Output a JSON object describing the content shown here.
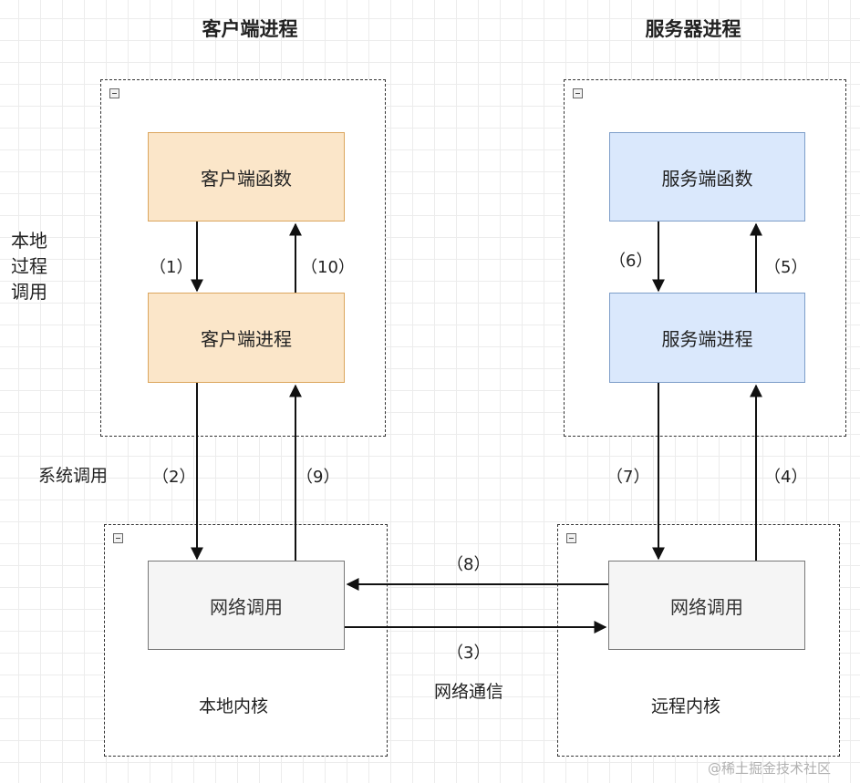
{
  "titles": {
    "client": "客户端进程",
    "server": "服务器进程"
  },
  "side_labels": {
    "local_rpc": [
      "本地",
      "过程",
      "调用"
    ],
    "syscall": "系统调用",
    "network_comm": "网络通信"
  },
  "boxes": {
    "client_function": "客户端函数",
    "client_process": "客户端进程",
    "server_function": "服务端函数",
    "server_process": "服务端进程",
    "local_net_call": "网络调用",
    "remote_net_call": "网络调用"
  },
  "kernel_labels": {
    "local": "本地内核",
    "remote": "远程内核"
  },
  "steps": {
    "s1": "（1）",
    "s2": "（2）",
    "s3": "（3）",
    "s4": "（4）",
    "s5": "（5）",
    "s6": "（6）",
    "s7": "（7）",
    "s8": "（8）",
    "s9": "（9）",
    "s10": "（10）"
  },
  "watermark": "@稀土掘金技术社区",
  "colors": {
    "client_fill": "#fbe6c9",
    "client_border": "#dba65d",
    "server_fill": "#dae8fc",
    "server_border": "#7d9dc8",
    "net_fill": "#f5f5f5"
  }
}
